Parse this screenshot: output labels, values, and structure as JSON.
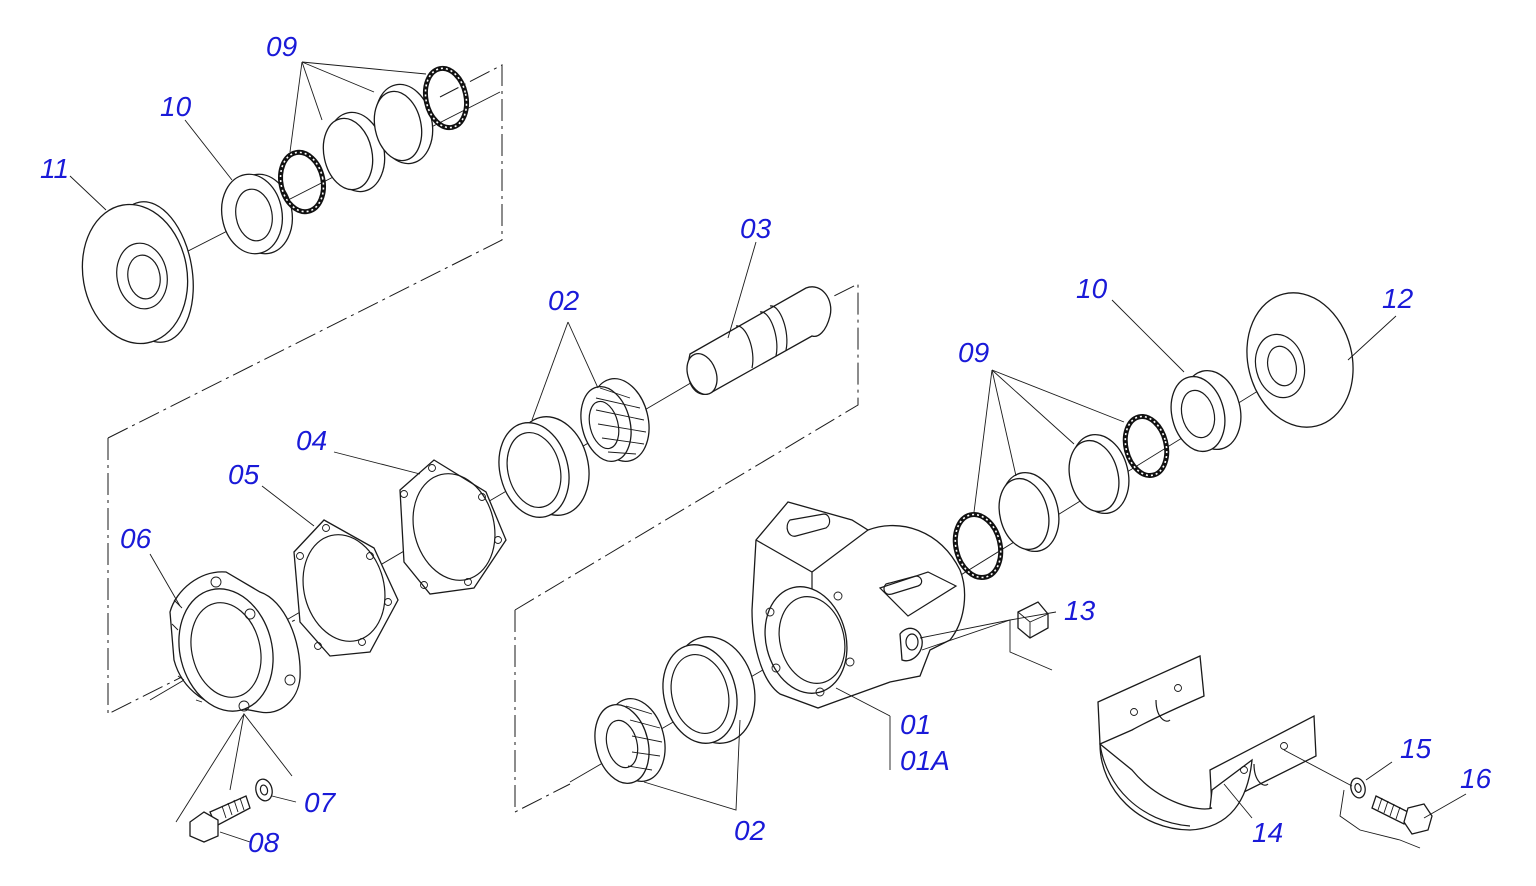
{
  "labels": {
    "l09_top": "09",
    "l10_top": "10",
    "l11": "11",
    "l03": "03",
    "l02_top": "02",
    "l04": "04",
    "l05": "05",
    "l06": "06",
    "l07": "07",
    "l08": "08",
    "l10_right": "10",
    "l12": "12",
    "l09_right": "09",
    "l13": "13",
    "l01": "01",
    "l01a": "01A",
    "l02_bottom": "02",
    "l14": "14",
    "l15": "15",
    "l16": "16"
  },
  "colors": {
    "label": "#1a1ad8",
    "line": "#1a1a1a"
  }
}
